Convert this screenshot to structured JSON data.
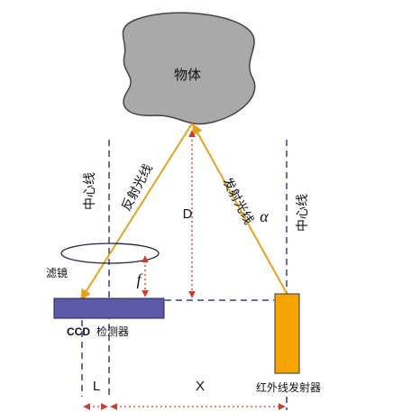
{
  "labels": {
    "object": "物体",
    "reflected_ray": "反射光线",
    "emitted_ray": "发射光线",
    "center_line_left": "中心线",
    "center_line_right": "中心线",
    "distance_D": "D",
    "angle_alpha": "α",
    "filter": "滤镜",
    "focal_f": "f",
    "ccd_prefix": "CCD",
    "ccd_suffix": "检测器",
    "emitter": "红外线发射器",
    "offset_L": "L",
    "baseline_X": "X"
  },
  "colors": {
    "object_fill": "#a9a9a9",
    "object_stroke": "#444444",
    "ray": "#e6a21c",
    "center_line": "#3a3f8f",
    "dim_red": "#d33a2c",
    "ccd_fill": "#5d5aa8",
    "ccd_stroke": "#222255",
    "emitter_fill": "#f5a400",
    "emitter_stroke": "#333333",
    "text": "#111111"
  }
}
